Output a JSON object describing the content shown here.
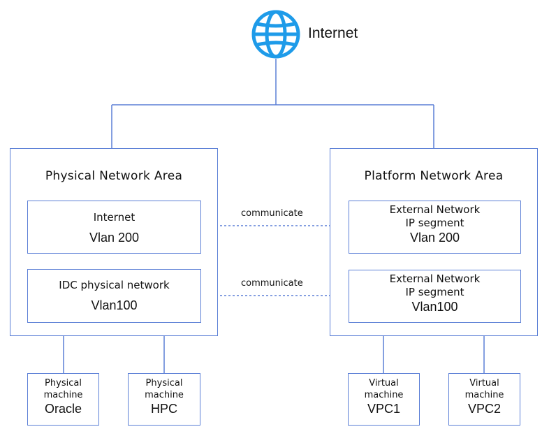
{
  "internet": {
    "label": "Internet",
    "icon": "globe-icon",
    "icon_color": "#1e9be9"
  },
  "line_color": "#5b7fd6",
  "physical_area": {
    "title": "Physical Network Area",
    "internet_box": {
      "label": "Internet",
      "vlan": "Vlan 200"
    },
    "idc_box": {
      "label": "IDC physical network",
      "vlan": "Vlan100"
    }
  },
  "platform_area": {
    "title": "Platform Network Area",
    "external_top": {
      "label_line1": "External Network",
      "label_line2": "IP segment",
      "vlan": "Vlan 200"
    },
    "external_bottom": {
      "label_line1": "External Network",
      "label_line2": "IP segment",
      "vlan": "Vlan100"
    }
  },
  "links": {
    "top": "communicate",
    "bottom": "communicate"
  },
  "machines": [
    {
      "type_line1": "Physical",
      "type_line2": "machine",
      "name": "Oracle"
    },
    {
      "type_line1": "Physical",
      "type_line2": "machine",
      "name": "HPC"
    },
    {
      "type_line1": "Virtual",
      "type_line2": "machine",
      "name": "VPC1"
    },
    {
      "type_line1": "Virtual",
      "type_line2": "machine",
      "name": "VPC2"
    }
  ]
}
